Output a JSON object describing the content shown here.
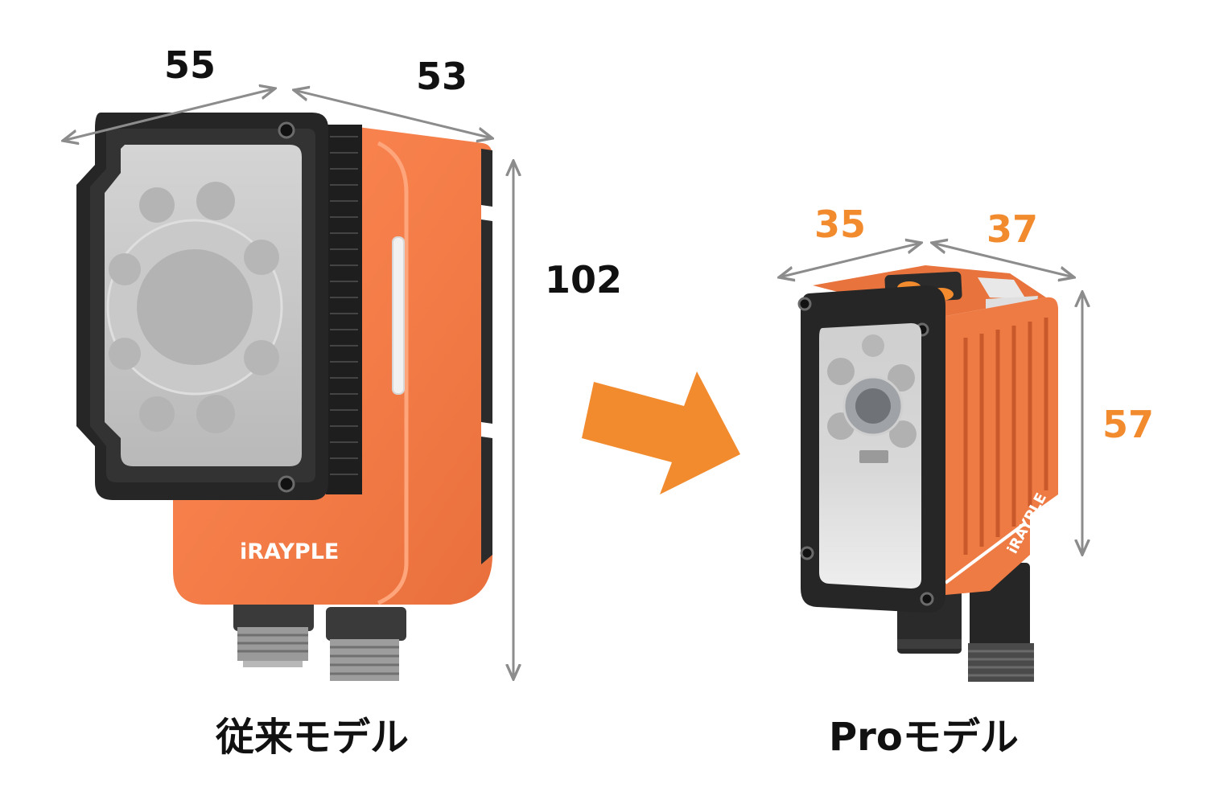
{
  "old_model": {
    "caption": "従来モデル",
    "width": "55",
    "depth": "53",
    "height": "102",
    "brand": "iRAYPLE"
  },
  "pro_model": {
    "caption": "Proモデル",
    "width": "35",
    "depth": "37",
    "height": "57",
    "brand": "iRAYPLE"
  },
  "colors": {
    "accent": "#f28a2e",
    "camera_body": "#f5824f",
    "frame": "#2a2a2a",
    "dimension_line": "#8c8c8c",
    "text": "#111111"
  }
}
